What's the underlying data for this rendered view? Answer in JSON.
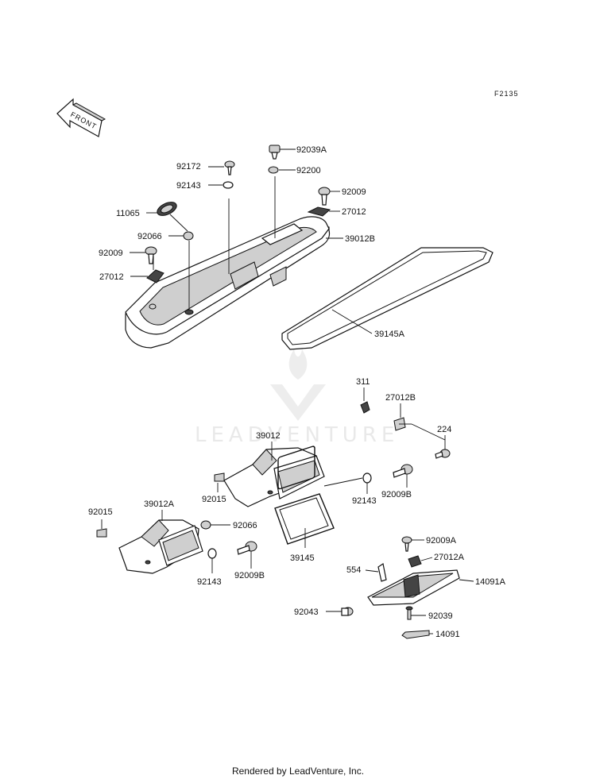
{
  "figure_code": "F2135",
  "front_label": "FRONT",
  "watermark": "LEADVENTURE",
  "footer": "Rendered by LeadVenture, Inc.",
  "callouts": {
    "c92039A": "92039A",
    "c92172": "92172",
    "c92200": "92200",
    "c92143a": "92143",
    "c92009a": "92009",
    "c11065": "11065",
    "c27012a": "27012",
    "c92066a": "92066",
    "c39012B": "39012B",
    "c92009b": "92009",
    "c27012b": "27012",
    "c39145A": "39145A",
    "c311": "311",
    "c27012B": "27012B",
    "c224": "224",
    "c39012": "39012",
    "c92015a": "92015",
    "c92143b": "92143",
    "c92009Ba": "92009B",
    "c92015b": "92015",
    "c39012A": "39012A",
    "c92066b": "92066",
    "c39145": "39145",
    "c92143c": "92143",
    "c92009Bb": "92009B",
    "c92009A": "92009A",
    "c27012A": "27012A",
    "c554": "554",
    "c14091A": "14091A",
    "c92043": "92043",
    "c92039": "92039",
    "c14091": "14091"
  }
}
